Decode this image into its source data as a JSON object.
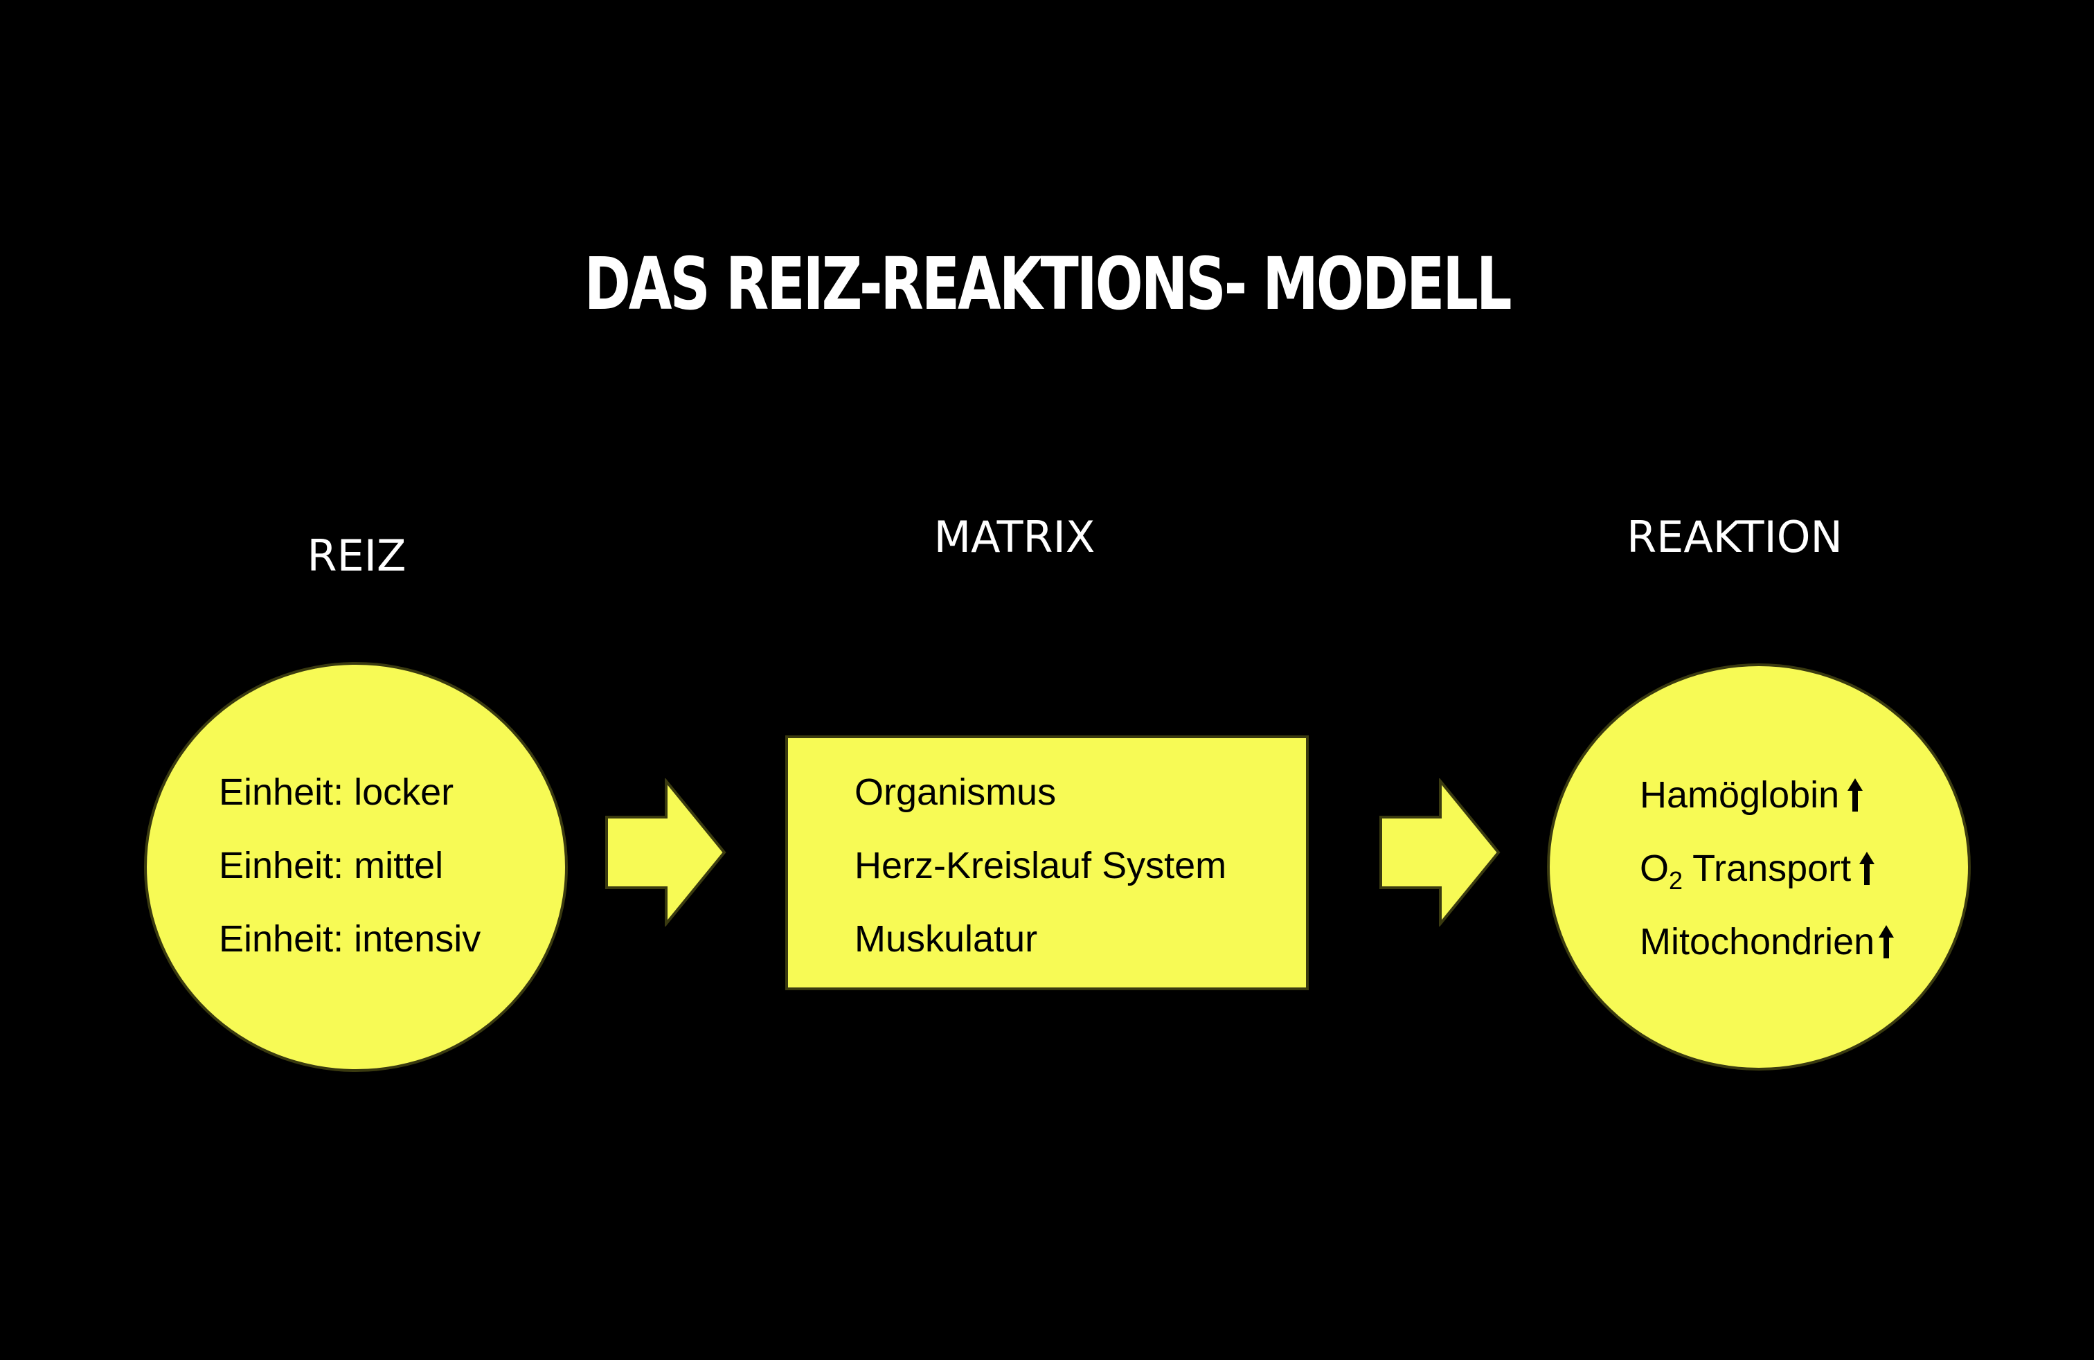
{
  "title": "DAS REIZ-REAKTIONS- MODELL",
  "colors": {
    "background": "#000000",
    "shape_fill": "#f7fa55",
    "shape_stroke": "#3a3a10",
    "title_text": "#ffffff"
  },
  "columns": {
    "reiz": {
      "label": "REIZ",
      "items": [
        "Einheit: locker",
        "Einheit: mittel",
        "Einheit: intensiv"
      ]
    },
    "matrix": {
      "label": "MATRIX",
      "items": [
        "Organismus",
        "Herz-Kreislauf System",
        "Muskulatur"
      ]
    },
    "reaktion": {
      "label": "REAKTION",
      "items": [
        {
          "text": "Hamöglobin",
          "indicator": "up-arrow-icon"
        },
        {
          "prefix": "O",
          "subscript": "2",
          "text": " Transport",
          "indicator": "up-arrow-icon"
        },
        {
          "text": "Mitochondrien",
          "indicator": "up-arrow-icon"
        }
      ]
    }
  },
  "connectors": [
    "arrow-right-icon",
    "arrow-right-icon"
  ]
}
